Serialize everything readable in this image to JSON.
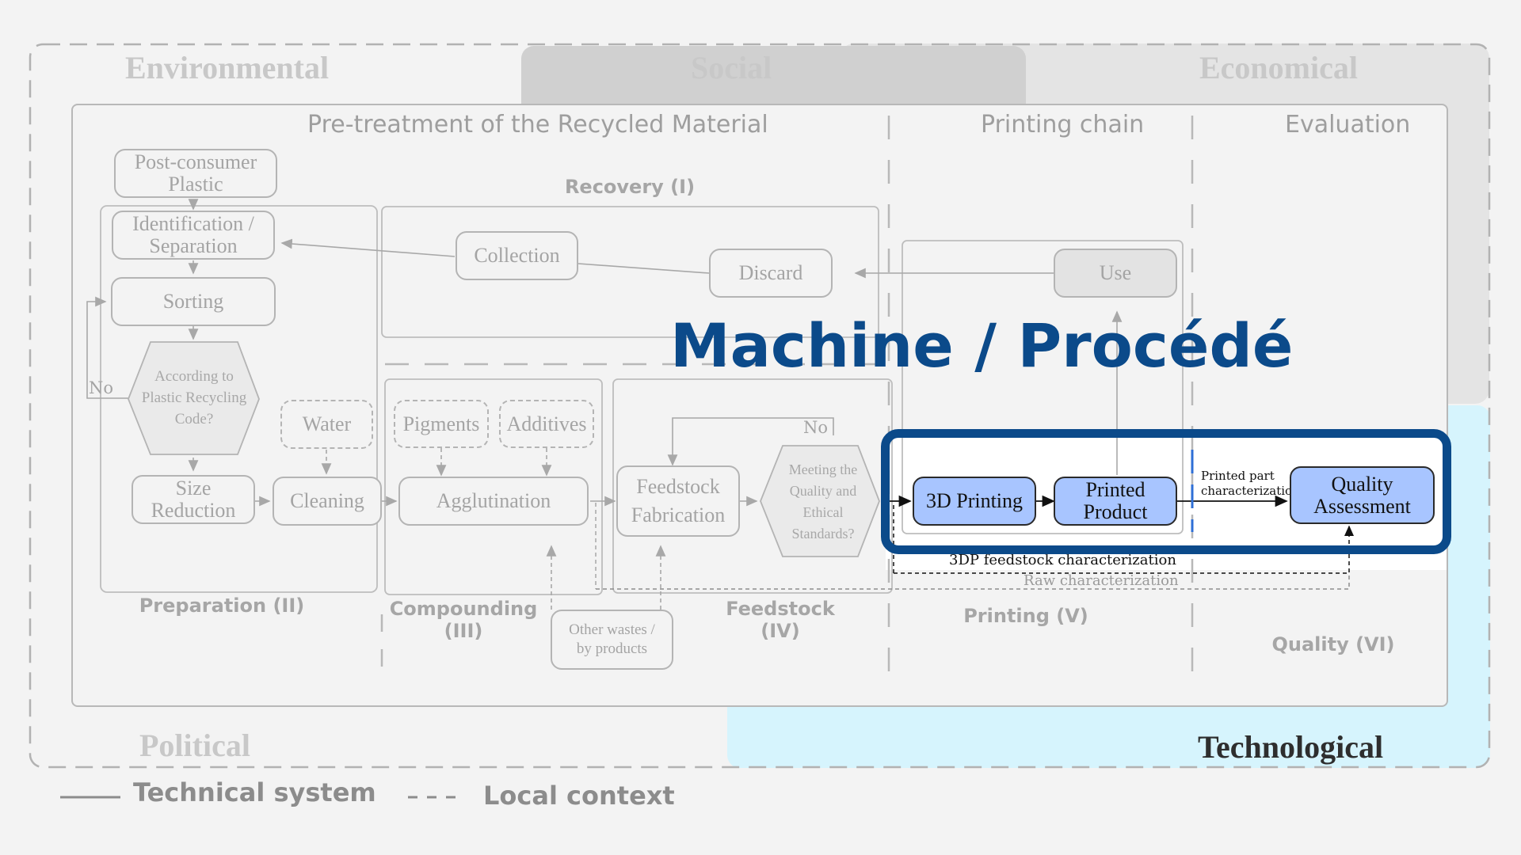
{
  "dimensions": {
    "environmental": "Environmental",
    "social": "Social",
    "economical": "Economical",
    "political": "Political",
    "technological": "Technological"
  },
  "sections": {
    "pretreatment": "Pre-treatment of the Recycled Material",
    "printing_chain": "Printing chain",
    "evaluation": "Evaluation"
  },
  "stages": {
    "recovery": "Recovery (I)",
    "preparation": "Preparation (II)",
    "compounding_line1": "Compounding",
    "compounding_line2": "(III)",
    "feedstock_line1": "Feedstock",
    "feedstock_line2": "(IV)",
    "printing": "Printing (V)",
    "quality": "Quality (VI)"
  },
  "nodes": {
    "post_consumer_line1": "Post-consumer",
    "post_consumer_line2": "Plastic",
    "identification_line1": "Identification /",
    "identification_line2": "Separation",
    "sorting": "Sorting",
    "recycling_code_line1": "According to",
    "recycling_code_line2": "Plastic Recycling",
    "recycling_code_line3": "Code?",
    "no_left": "No",
    "water": "Water",
    "size_reduction_line1": "Size",
    "size_reduction_line2": "Reduction",
    "cleaning": "Cleaning",
    "collection": "Collection",
    "discard": "Discard",
    "use": "Use",
    "pigments": "Pigments",
    "additives": "Additives",
    "agglutination": "Agglutination",
    "other_wastes_line1": "Other wastes /",
    "other_wastes_line2": "by products",
    "feedstock_fabrication_line1": "Feedstock",
    "feedstock_fabrication_line2": "Fabrication",
    "no_top": "No",
    "standards_line1": "Meeting the",
    "standards_line2": "Quality and",
    "standards_line3": "Ethical",
    "standards_line4": "Standards?",
    "printing_3d": "3D Printing",
    "printed_product_line1": "Printed",
    "printed_product_line2": "Product",
    "printed_part_line1": "Printed part",
    "printed_part_line2": "characterization",
    "quality_assessment_line1": "Quality",
    "quality_assessment_line2": "Assessment",
    "feedstock_characterization": "3DP feedstock characterization",
    "raw_characterization": "Raw characterization"
  },
  "overlay_title": "Machine / Procédé",
  "legend": {
    "technical_system": "Technical system",
    "local_context": "Local context"
  },
  "colors": {
    "highlight_frame": "#0b4a8a",
    "technological_bg": "#d6f4fd",
    "node_blue": "#a8c5ff"
  }
}
